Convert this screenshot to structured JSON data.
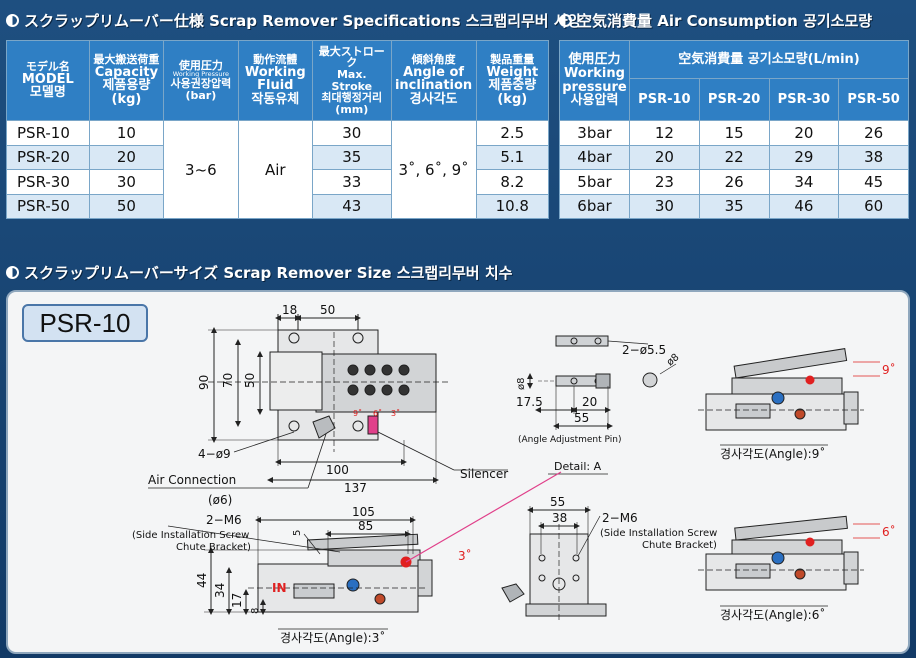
{
  "spec_section": {
    "title": "◐ スクラップリムーバー仕様 Scrap Remover Specifications 스크랩리무버 사양"
  },
  "air_section": {
    "title": "空気消費量 Air Consumption 공기소모량"
  },
  "size_section": {
    "title": "スクラップリムーバーサイズ Scrap Remover Size 스크랩리무버 치수"
  },
  "spec_table": {
    "headers": [
      {
        "line1": "モデル名",
        "line2": "MODEL",
        "line3": "모델명"
      },
      {
        "line1": "最大搬送荷重",
        "line2": "Capacity",
        "line3": "제품용량",
        "line4": "(kg)"
      },
      {
        "line1": "使用圧力",
        "line2": "Working Pressure",
        "line3": "사용권장압력",
        "line4": "(bar)"
      },
      {
        "line1": "動作流體",
        "line2": "Working",
        "line3": "Fluid",
        "line4": "작동유체"
      },
      {
        "line1": "最大ストローク",
        "line2": "Max. Stroke",
        "line3": "최대행정거리",
        "line4": "(mm)"
      },
      {
        "line1": "傾斜角度",
        "line2": "Angle of",
        "line3": "inclination",
        "line4": "경사각도"
      },
      {
        "line1": "製品重量",
        "line2": "Weight",
        "line3": "제품중량",
        "line4": "(kg)"
      }
    ],
    "rows": [
      {
        "model": "PSR-10",
        "capacity": "10",
        "stroke": "30",
        "weight": "2.5"
      },
      {
        "model": "PSR-20",
        "capacity": "20",
        "stroke": "35",
        "weight": "5.1"
      },
      {
        "model": "PSR-30",
        "capacity": "30",
        "stroke": "33",
        "weight": "8.2"
      },
      {
        "model": "PSR-50",
        "capacity": "50",
        "stroke": "43",
        "weight": "10.8"
      }
    ],
    "pressure": "3~6",
    "fluid": "Air",
    "angle": "3˚, 6˚, 9˚"
  },
  "air_table": {
    "corner": {
      "line1": "使用圧力",
      "line2": "Working",
      "line3": "pressure",
      "line4": "사용압력"
    },
    "group_header": "空気消費量 공기소모량(L/min)",
    "columns": [
      "PSR-10",
      "PSR-20",
      "PSR-30",
      "PSR-50"
    ],
    "rows": [
      {
        "pressure": "3bar",
        "values": [
          "12",
          "15",
          "20",
          "26"
        ]
      },
      {
        "pressure": "4bar",
        "values": [
          "20",
          "22",
          "29",
          "38"
        ]
      },
      {
        "pressure": "5bar",
        "values": [
          "23",
          "26",
          "34",
          "45"
        ]
      },
      {
        "pressure": "6bar",
        "values": [
          "30",
          "35",
          "46",
          "60"
        ]
      }
    ]
  },
  "drawing": {
    "model_badge": "PSR-10",
    "dims": {
      "d18": "18",
      "d50": "50",
      "d90": "90",
      "d70": "70",
      "d50v": "50",
      "hole": "4−ø9",
      "d100": "100",
      "d137": "137",
      "air_connection": "Air Connection",
      "air_size": "(ø6)",
      "silencer": "Silencer",
      "pin_holes": "2−ø5.5",
      "pin_d8a": "ø8",
      "pin_d8b": "ø8",
      "d17_5": "17.5",
      "d20": "20",
      "d55": "55",
      "pin_caption": "(Angle Adjustment Pin)",
      "detail": "Detail: A",
      "d105": "105",
      "d85": "85",
      "m6": "2−M6",
      "side_screw_1": "(Side Installation Screw",
      "side_screw_2": "Chute Bracket)",
      "d5": "5",
      "d44": "44",
      "d34": "34",
      "d17": "17",
      "d8": "8",
      "a3": "3˚",
      "in_label": "IN",
      "angle_caption_3": "경사각도(Angle):3˚",
      "d55b": "55",
      "d38": "38",
      "m6b": "2−M6",
      "side_screw_1b": "(Side Installation Screw",
      "side_screw_2b": "Chute Bracket)",
      "a9": "9˚",
      "angle_caption_9": "경사각도(Angle):9˚",
      "a6": "6˚",
      "angle_caption_6": "경사각도(Angle):6˚",
      "hole_labels": [
        "9˚",
        "6˚",
        "3˚"
      ]
    }
  },
  "colors": {
    "background": "#1a4677",
    "header_blue": "#2f7fc4",
    "row_alt": "#d9e8f5",
    "badge_fill": "#d3e2f2",
    "accent_red": "#e02020",
    "leader_magenta": "#e0408a"
  }
}
